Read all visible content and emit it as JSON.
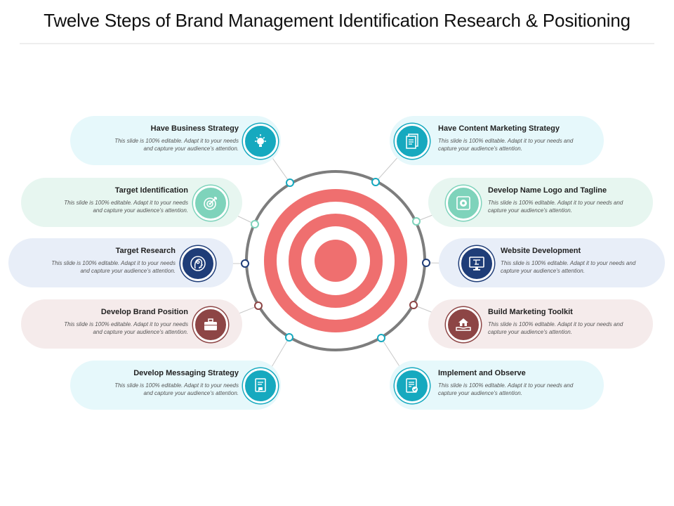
{
  "title": "Twelve Steps of Brand Management Identification Research & Positioning",
  "description": "This slide is 100% editable. Adapt it to your needs and capture your audience’s attention.",
  "colors": {
    "teal": "#16a9bf",
    "mint": "#7ed3bb",
    "navy": "#1f3d78",
    "brown": "#8d4545",
    "target_red": "#ef6f6f",
    "ring_gray": "#7d7d7d"
  },
  "steps": [
    {
      "title": "Have Business Strategy",
      "icon": "lightbulb-icon"
    },
    {
      "title": "Target Identification",
      "icon": "target-icon"
    },
    {
      "title": "Target Research",
      "icon": "face-profile-icon"
    },
    {
      "title": "Develop Brand Position",
      "icon": "briefcase-icon"
    },
    {
      "title": "Develop Messaging Strategy",
      "icon": "message-document-icon"
    },
    {
      "title": "Have Content Marketing Strategy",
      "icon": "document-icon"
    },
    {
      "title": "Develop Name Logo and Tagline",
      "icon": "logo-tag-icon"
    },
    {
      "title": "Website Development",
      "icon": "monitor-icon"
    },
    {
      "title": "Build Marketing Toolkit",
      "icon": "hand-house-icon"
    },
    {
      "title": "Implement and Observe",
      "icon": "checklist-icon"
    }
  ]
}
